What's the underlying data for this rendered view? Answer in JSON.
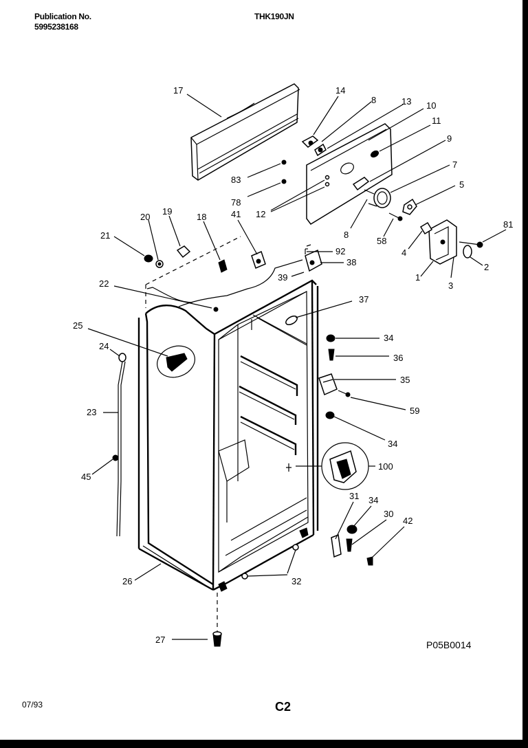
{
  "header": {
    "publication_label": "Publication No.",
    "publication_number": "5995238168",
    "model": "THK190JN"
  },
  "footer": {
    "date": "07/93",
    "page_code": "C2",
    "drawing_number": "P05B0014"
  },
  "callouts": [
    "17",
    "14",
    "8",
    "13",
    "10",
    "11",
    "9",
    "7",
    "5",
    "81",
    "83",
    "78",
    "12",
    "8",
    "58",
    "4",
    "1",
    "3",
    "2",
    "20",
    "19",
    "18",
    "41",
    "21",
    "92",
    "38",
    "39",
    "22",
    "37",
    "25",
    "24",
    "34",
    "36",
    "35",
    "59",
    "23",
    "34",
    "100",
    "45",
    "31",
    "34",
    "30",
    "42",
    "26",
    "32",
    "27"
  ]
}
